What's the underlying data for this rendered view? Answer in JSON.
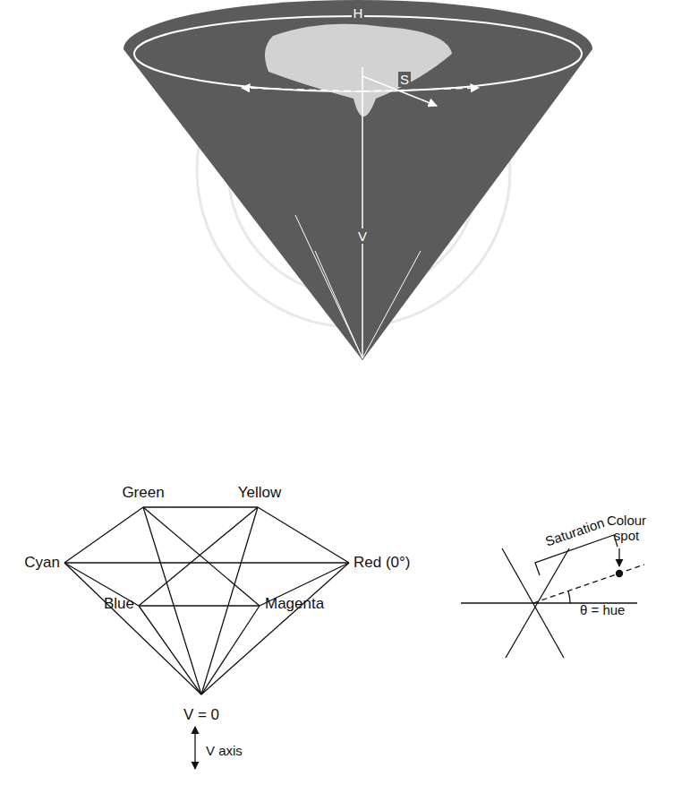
{
  "diagram": {
    "labels": [
      "H",
      "S",
      "V",
      "Green",
      "Yellow",
      "Cyan",
      "Red (0°)",
      "Blue",
      "Magenta",
      "V = 0",
      "V axis",
      "Saturation",
      "Colour spot",
      "θ = hue"
    ]
  }
}
